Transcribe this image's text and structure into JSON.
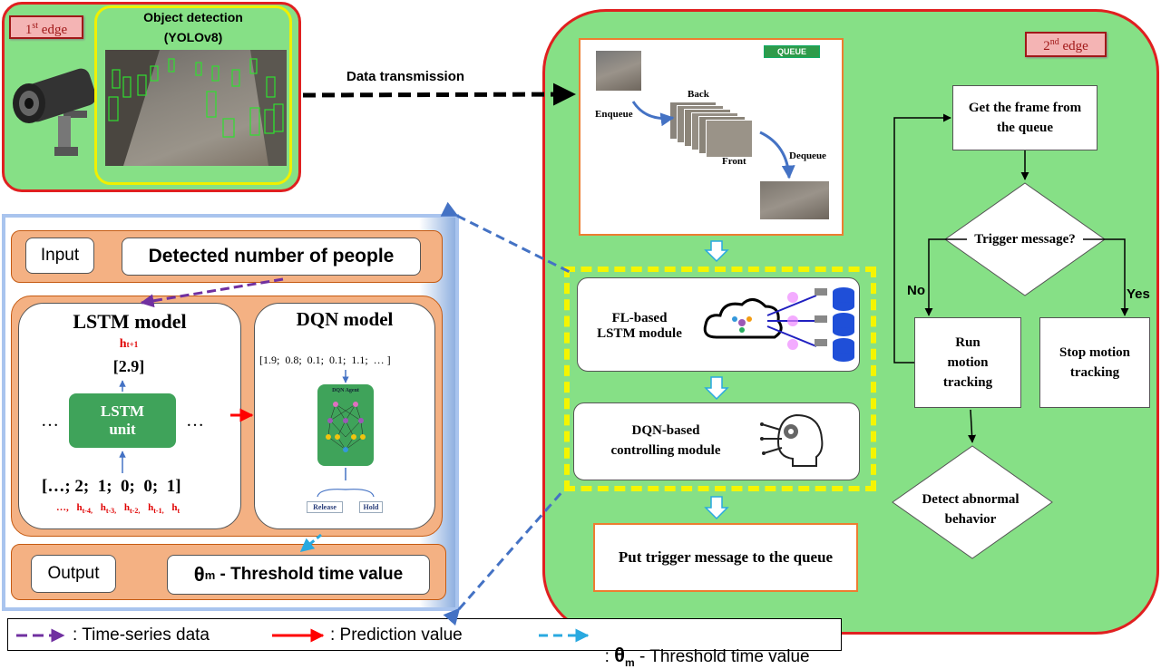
{
  "edge1": {
    "tag": "1",
    "tag_sup": "st",
    "tag_word": "edge",
    "detection_title_line1": "Object detection",
    "detection_title_line2": "(YOLOv8)"
  },
  "transmission_label": "Data transmission",
  "edge2": {
    "tag": "2",
    "tag_sup": "nd",
    "tag_word": "edge",
    "queue": {
      "badge": "QUEUE",
      "enqueue": "Enqueue",
      "back": "Back",
      "front": "Front",
      "dequeue": "Dequeue"
    },
    "fl_module_line1": "FL-based",
    "fl_module_line2": "LSTM module",
    "dqn_module_line1": "DQN-based",
    "dqn_module_line2": "controlling module",
    "put_trigger": "Put trigger  message to the queue",
    "flow": {
      "get_frame": "Get the frame from the queue",
      "decision": "Trigger message?",
      "no": "No",
      "yes": "Yes",
      "run_tracking": "Run motion tracking",
      "stop_tracking": "Stop motion tracking",
      "detect_abnormal": "Detect abnormal behavior"
    }
  },
  "detail": {
    "input_label": "Input",
    "input_value": "Detected number of people",
    "lstm_title": "LSTM model",
    "lstm_output_label": "h",
    "lstm_output_sub": "t+1",
    "lstm_output_value": "[2.9]",
    "lstm_unit": "LSTM unit",
    "ellipsis": "…",
    "lstm_sequence": "[…; 2;  1;  0;  0;  1]",
    "lstm_h_labels": [
      "…,",
      "h",
      "h",
      "h",
      "h",
      "h"
    ],
    "lstm_h_subs": [
      "",
      "t-4,",
      "t-3,",
      "t-2,",
      "t-1,",
      "t"
    ],
    "dqn_title": "DQN model",
    "dqn_input": "[1.9;  0.8;  0.1;  0.1;  1.1;  … ]",
    "dqn_agent": "DQN Agent",
    "dqn_release": "Release",
    "dqn_hold": "Hold",
    "output_label": "Output",
    "output_theta": "θ",
    "output_theta_sub": "m",
    "output_value": " - Threshold time value"
  },
  "legend": {
    "time_series": ": Time-series data",
    "prediction": ": Prediction value",
    "threshold_prefix": ": ",
    "threshold_theta": "θ",
    "threshold_sub": "m",
    "threshold_rest": " - Threshold time value"
  },
  "colors": {
    "panel_green": "#86e086",
    "panel_border": "#e02020",
    "yellow_border": "#f0f000",
    "orange": "#f4b183",
    "lstm_green": "#3fa35a",
    "purple": "#7030a0",
    "cyan": "#29a9e0",
    "red": "#ff0000"
  }
}
